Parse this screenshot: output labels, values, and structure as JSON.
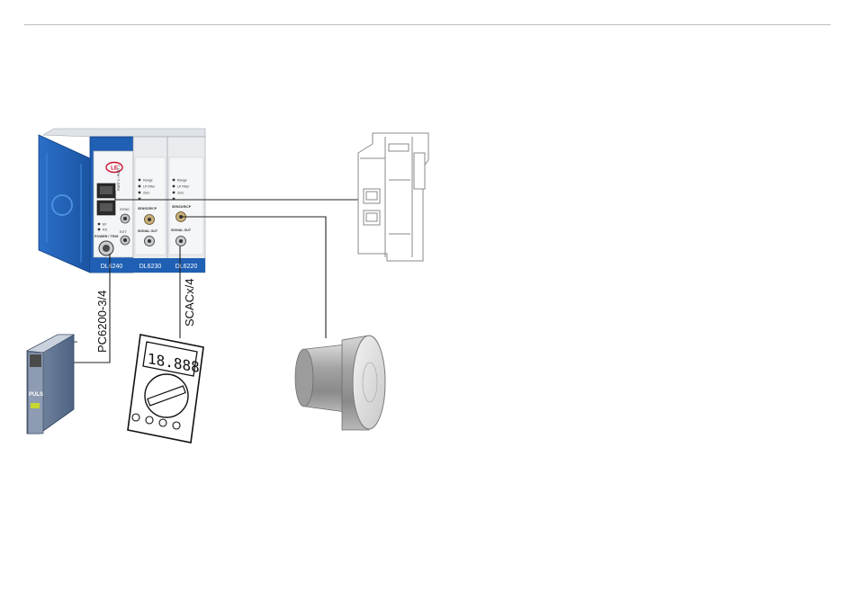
{
  "controller": {
    "logo": "LE",
    "module_labels": [
      "DL6240",
      "DL6230",
      "DL6220"
    ],
    "port_labels": {
      "ethercat": "PORT 1 / PORT 2",
      "sync": "SYNC",
      "ext": "EXT",
      "power_trig": "POWER / TRIG",
      "sensor_cp": "SENSOR/CP",
      "signal_out": "SIGNAL OUT",
      "led_range": "Range",
      "led_lp_filter": "LP Filter",
      "led_zero": "Zero",
      "led_ef": "EF",
      "led_rs": "RS"
    }
  },
  "cables": {
    "power_cable": "PC6200-3/4",
    "signal_cable": "SCACx/4"
  },
  "power_supply": {
    "brand": "PULS"
  },
  "multimeter": {
    "display": "18.888"
  },
  "colors": {
    "controller_blue": "#1f5fb4",
    "module_gray": "#e9ebee",
    "line": "#222222",
    "rule": "#bdbdbd"
  }
}
